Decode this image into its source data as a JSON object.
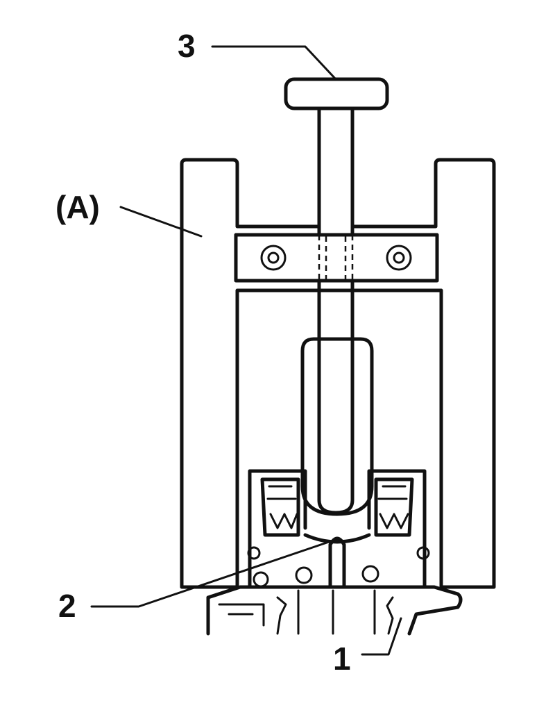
{
  "labels": {
    "part_1": "1",
    "part_2": "2",
    "part_3": "3",
    "tool_a": "(A)"
  }
}
